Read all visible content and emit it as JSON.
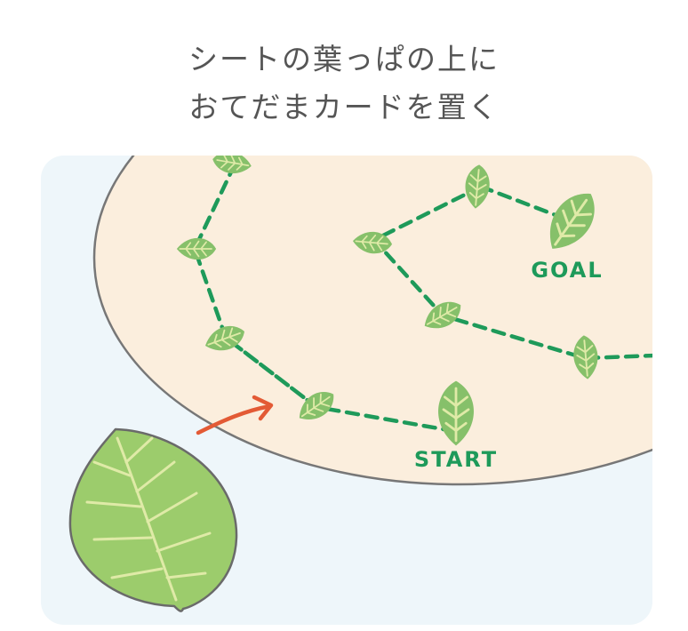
{
  "caption": {
    "line1": "シートの葉っぱの上に",
    "line2": "おてだまカードを置く"
  },
  "board": {
    "goal_label": "GOAL",
    "start_label": "START"
  },
  "colors": {
    "sheet": "#fbeedd",
    "background": "#eef6fa",
    "leaf": "#86c06a",
    "leaf_vein": "#dfeaa7",
    "path": "#1e9a5a",
    "arrow": "#e35a35",
    "card_leaf": "#9ccc6c"
  },
  "icons": {
    "arrow": "red-arrow-icon",
    "card": "leaf-card-icon"
  }
}
